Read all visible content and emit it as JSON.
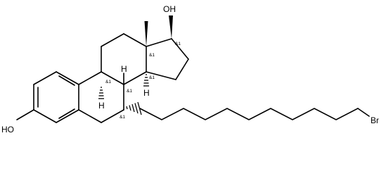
{
  "molecule": {
    "atom_labels": {
      "hydroxyl_top": "OH",
      "hydroxyl_left": "HO",
      "bromine": "Br",
      "h_c9": "H",
      "h_c8": "H",
      "h_c14": "H"
    },
    "stereo_labels": {
      "c9": "&1",
      "c8": "&1",
      "c14": "&1",
      "c13": "&1",
      "c17": "&1",
      "c7": "&1"
    }
  }
}
